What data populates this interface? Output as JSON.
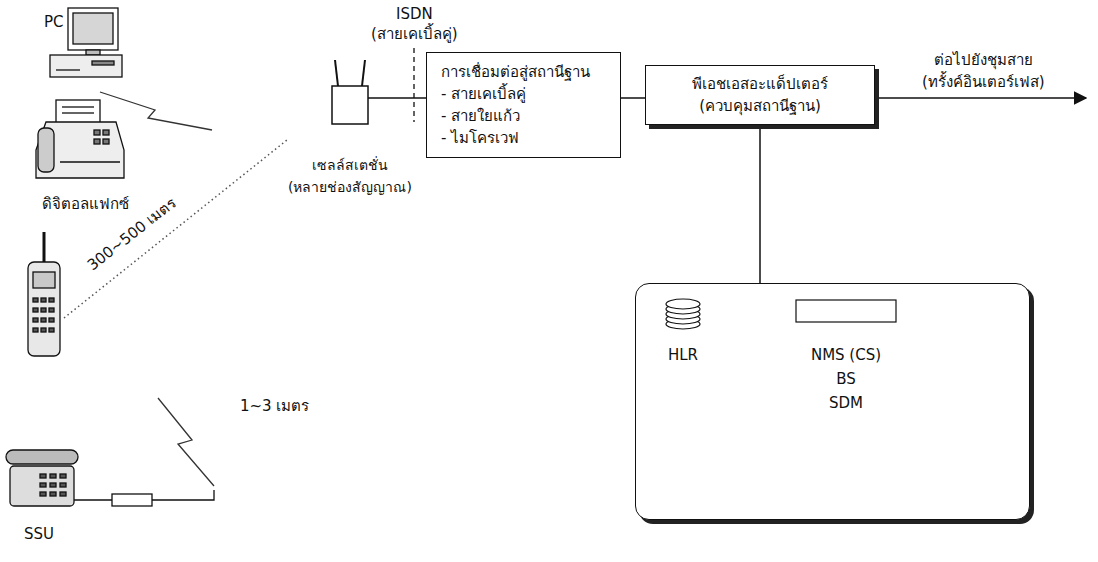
{
  "diagram": {
    "nodes": [
      {
        "text": [
          "เซลล์สเตชั่น",
          "(หลายช่องสัญญาณ)"
        ]
      },
      {
        "text": [
          "การเชื่อมต่อสู่สถานีฐาน",
          "- สายเคเบิ้ลคู่",
          "- สายใยแก้ว",
          "- ไมโครเวฟ"
        ]
      },
      {
        "text": [
          "พีเอชเอสอะแด็ปเตอร์",
          "(ควบคุมสถานีฐาน)"
        ]
      },
      {
        "text": [
          "HLR",
          "NMS (CS)",
          "BS",
          "SDM"
        ]
      }
    ],
    "edges": [
      {
        "from": 0,
        "to": 1,
        "arrow": "none"
      },
      {
        "from": 1,
        "to": 2,
        "arrow": "none"
      },
      {
        "from": 2,
        "to": 3,
        "arrow": "none"
      }
    ],
    "labels": [
      "PC",
      "ดิจิตอลแฟกซ์",
      "300~500 เมตร",
      "1~3 เมตร",
      "SSU",
      "ISDN",
      "(สายเคเบิ้ลคู่)",
      "ต่อไปยังชุมสาย",
      "(ทรั้งค์อินเตอร์เฟส)"
    ]
  }
}
